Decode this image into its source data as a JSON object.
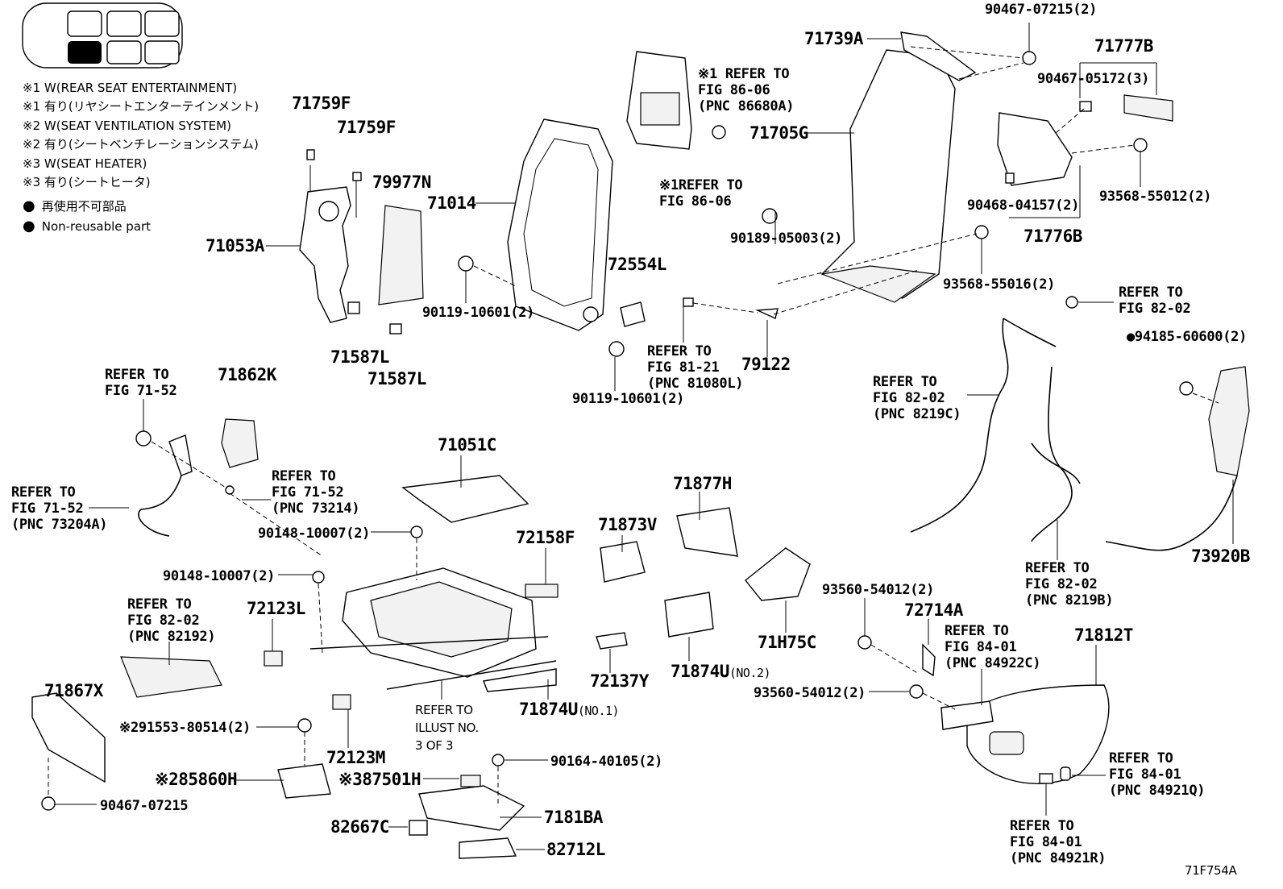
{
  "legend": {
    "notes": [
      "※1 W(REAR SEAT ENTERTAINMENT)",
      "※1 有り(リヤシートエンターテインメント)",
      "※2 W(SEAT VENTILATION SYSTEM)",
      "※2 有り(シートベンチレーションシステム)",
      "※3 W(SEAT HEATER)",
      "※3 有り(シートヒータ)"
    ],
    "nonreusable_ja": "再使用不可部品",
    "nonreusable_en": "Non-reusable part"
  },
  "labels": {
    "p71759F_a": "71759F",
    "p71759F_b": "71759F",
    "p79977N": "79977N",
    "p71014": "71014",
    "p71053A": "71053A",
    "p71587L_a": "71587L",
    "p71587L_b": "71587L",
    "p90119_a": "90119-10601(2)",
    "p90119_b": "90119-10601(2)",
    "p72554L": "72554L",
    "ref86_a": "※1 REFER TO\nFIG 86-06\n(PNC 86680A)",
    "ref86_b": "※1REFER TO\nFIG 86-06",
    "p71739A": "71739A",
    "p71705G": "71705G",
    "p90467_07215_2": "90467-07215(2)",
    "p71777B": "71777B",
    "p90467_05172": "90467-05172(3)",
    "p90468": "90468-04157(2)",
    "p93568_55012": "93568-55012(2)",
    "p71776B": "71776B",
    "p90189": "90189-05003(2)",
    "p93568_55016": "93568-55016(2)",
    "ref81": "REFER TO\nFIG 81-21\n(PNC 81080L)",
    "p79122": "79122",
    "ref82_top": "REFER TO\nFIG 82-02",
    "p94185": "●94185-60600(2)",
    "ref8219C": "REFER TO\nFIG 82-02\n(PNC 8219C)",
    "ref7152_a": "REFER TO\nFIG 71-52",
    "p71862K": "71862K",
    "ref73214": "REFER TO\nFIG 71-52\n(PNC 73214)",
    "ref73204A": "REFER TO\nFIG 71-52\n(PNC 73204A)",
    "p71051C": "71051C",
    "p90148_a": "90148-10007(2)",
    "p90148_b": "90148-10007(2)",
    "p72158F": "72158F",
    "p71877H": "71877H",
    "p71873V": "71873V",
    "p72123L": "72123L",
    "ref82192": "REFER TO\nFIG 82-02\n(PNC 82192)",
    "p71867X": "71867X",
    "p91553": "※291553-80514(2)",
    "p85860H": "※285860H",
    "p90467_07215": "90467-07215",
    "p72123M": "72123M",
    "ref_illust": "REFER TO\nILLUST NO.\n3 OF 3",
    "p71874U1": "71874U",
    "p71874U1_note": "(NO.1)",
    "p72137Y": "72137Y",
    "p71874U2": "71874U",
    "p71874U2_note": "(NO.2)",
    "p71H75C": "71H75C",
    "p90164": "90164-40105(2)",
    "p87501H": "※387501H",
    "p7181BA": "7181BA",
    "p82667C": "82667C",
    "p82712L": "82712L",
    "ref8219B": "REFER TO\nFIG 82-02\n(PNC 8219B)",
    "p73920B": "73920B",
    "p93560_a": "93560-54012(2)",
    "p72714A": "72714A",
    "ref84922C": "REFER TO\nFIG 84-01\n(PNC 84922C)",
    "p93560_b": "93560-54012(2)",
    "p71812T": "71812T",
    "ref84921Q": "REFER TO\nFIG 84-01\n(PNC 84921Q)",
    "ref84921R": "REFER TO\nFIG 84-01\n(PNC 84921R)",
    "figure_code": "71F754A"
  }
}
